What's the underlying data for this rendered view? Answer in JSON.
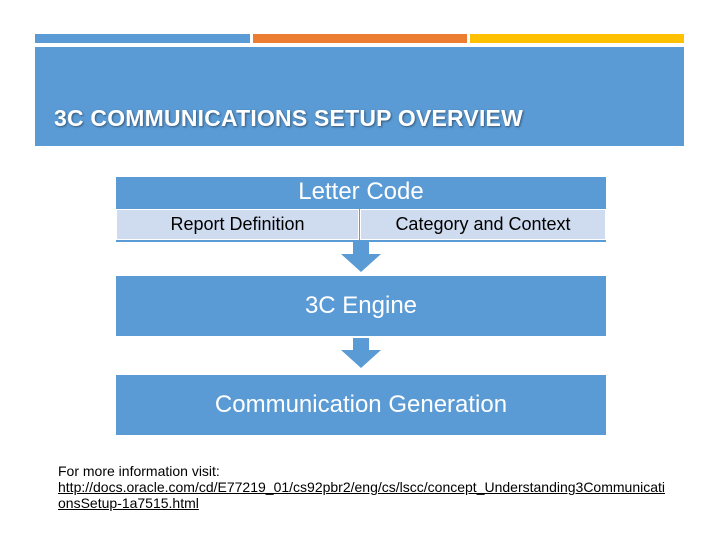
{
  "header": {
    "title": "3C COMMUNICATIONS SETUP OVERVIEW",
    "accent_colors": [
      "#5b9bd5",
      "#ed7d31",
      "#ffc000"
    ]
  },
  "diagram": {
    "top_box": {
      "label": "Letter Code",
      "sub_items": [
        "Report Definition",
        "Category and Context"
      ]
    },
    "middle_box": {
      "label": "3C Engine"
    },
    "bottom_box": {
      "label": "Communication Generation"
    },
    "box_color": "#5b9bd5",
    "sub_box_color": "#cfdcef"
  },
  "footer": {
    "intro": "For more information visit:",
    "link": "http://docs.oracle.com/cd/E77219_01/cs92pbr2/eng/cs/lscc/concept_Understanding3CommunicationsSetup-1a7515.html"
  }
}
